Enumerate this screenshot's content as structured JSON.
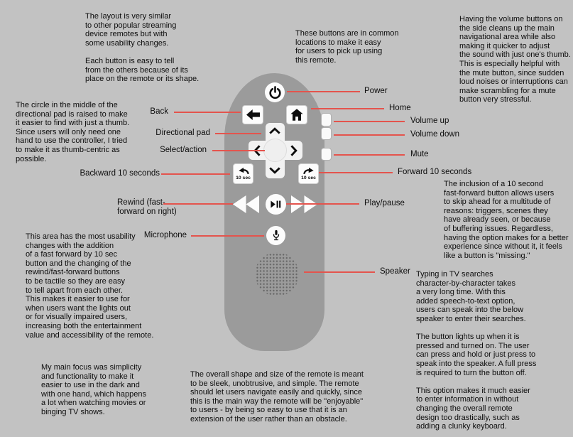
{
  "colors": {
    "background": "#c2c2c2",
    "remote_body": "#9b9b9b",
    "button_face": "#fcfcfc",
    "icon": "#0d0d0d",
    "callout_line": "#e4544d",
    "text": "#0d0d0d"
  },
  "remote": {
    "ten_sec_label": "10 sec"
  },
  "callouts": {
    "left": [
      {
        "id": "back",
        "label": "Back"
      },
      {
        "id": "directional-pad",
        "label": "Directional pad"
      },
      {
        "id": "select-action",
        "label": "Select/action"
      },
      {
        "id": "backward-10",
        "label": "Backward 10 seconds"
      },
      {
        "id": "rewind",
        "label": "Rewind (fast-\nforward on right)"
      },
      {
        "id": "microphone",
        "label": "Microphone"
      }
    ],
    "right": [
      {
        "id": "power",
        "label": "Power"
      },
      {
        "id": "home",
        "label": "Home"
      },
      {
        "id": "volume-up",
        "label": "Volume up"
      },
      {
        "id": "volume-down",
        "label": "Volume down"
      },
      {
        "id": "mute",
        "label": "Mute"
      },
      {
        "id": "forward-10",
        "label": "Forward 10 seconds"
      },
      {
        "id": "play-pause",
        "label": "Play/pause"
      },
      {
        "id": "speaker",
        "label": "Speaker"
      }
    ]
  },
  "annotations": {
    "layout_similarity": "The layout is very similar\nto other popular streaming\ndevice remotes but with\nsome usability changes.\n\nEach button is easy to tell\nfrom the others because of its\nplace on the remote or its shape.",
    "directional_circle": "The circle in the middle of the\ndirectional pad is raised to make\nit easier to find with just a thumb.\nSince users will only need one\nhand to use the controller, I tried\nto make it as thumb-centric as\npossible.",
    "usability_changes": "This area has the most usability\nchanges with the addition\nof a fast forward by 10 sec\nbutton and the changing of the\nrewind/fast-forward buttons\nto be tactile so they are easy\nto tell apart from each other.\nThis makes it easier to use for\nwhen users want the lights out\nor for visually impaired users,\nincreasing both the entertainment\nvalue and accessibility of the remote.",
    "main_focus": "My main focus was simplicity\nand functionality to make it\neasier to use in the dark and\nwith one hand, which happens\na lot when watching movies or\nbinging TV shows.",
    "overall_shape": "The overall shape and size of the remote is meant\nto be sleek, unobtrusive, and simple. The remote\nshould let users navigate easily and quickly, since\nthis is the main way the remote will be \"enjoyable\"\nto users - by being so easy to use that it is an\nextension of the user rather than an obstacle.",
    "common_locations": "These buttons are in common\nlocations to make it easy\nfor users to pick up using\nthis remote.",
    "volume_side": "Having the volume buttons on\nthe side cleans up the main\nnavigational area while also\nmaking it quicker to adjust\nthe sound with just one's thumb.\nThis is especially helpful with\nthe mute button, since sudden\nloud noises or interruptions can\nmake scrambling for a mute\nbutton very stressful.",
    "ten_second_ff": "The inclusion of a 10 second\nfast-forward button allows users\nto skip ahead for a multitude of\nreasons: triggers, scenes they\nhave already seen, or because\nof buffering issues. Regardless,\nhaving the option makes for a better\nexperience since without it, it feels\nlike a button is \"missing.\"",
    "speech_to_text": "Typing in TV searches\ncharacter-by-character takes\na very long time. With this\nadded speech-to-text option,\nusers can speak into the below\nspeaker to enter their searches.\n\nThe button lights up when it is\npressed and turned on. The user\ncan press and hold or just press to\nspeak into the speaker. A full press\nis required to turn the button off.\n\nThis option makes it much easier\nto enter information in without\nchanging the overall remote\ndesign too drastically, such as\nadding a clunky keyboard."
  }
}
